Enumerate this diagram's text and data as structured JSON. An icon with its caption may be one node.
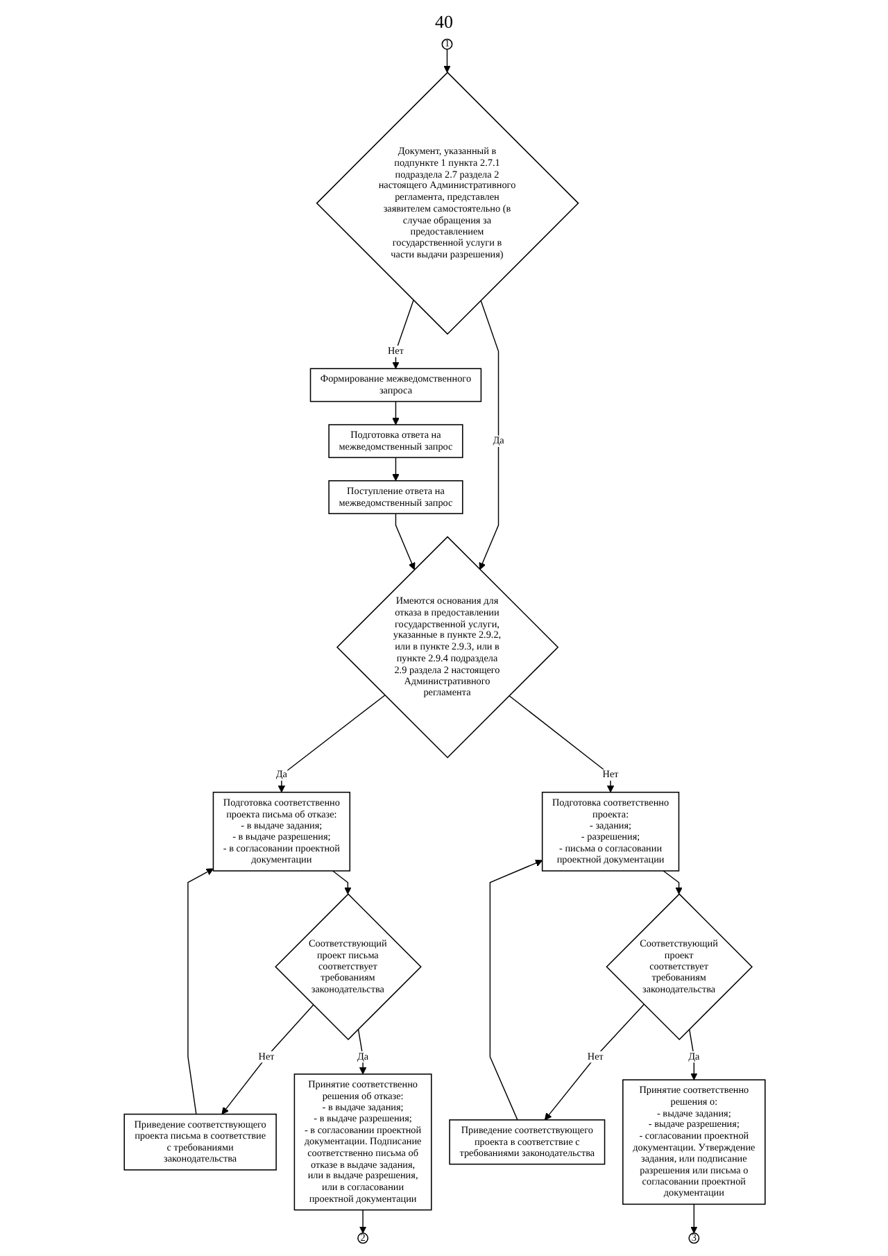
{
  "diagram": {
    "nodes": [
      {
        "text": [
          "1"
        ]
      },
      {
        "text": [
          "Документ, указанный в подпункте 1 пункта 2.7.1 подраздела 2.7 раздела 2 настоящего Административного регламента, представлен заявителем самостоятельно (в случае обращения за предоставлением государственной услуги в части выдачи разрешения)"
        ]
      },
      {
        "text": [
          "Формирование межведомственного запроса"
        ]
      },
      {
        "text": [
          "Подготовка ответа на межведомственный запрос"
        ]
      },
      {
        "text": [
          "Поступление ответа на межведомственный запрос"
        ]
      },
      {
        "text": [
          "Имеются основания для отказа в предоставлении государственной услуги, указанные в пункте 2.9.2, или в пункте 2.9.3, или в пункте 2.9.4 подраздела 2.9 раздела 2 настоящего Административного регламента"
        ]
      },
      {
        "text": [
          "Подготовка соответственно проекта письма об отказе: - в выдаче задания; - в выдаче разрешения; - в согласовании проектной документации"
        ]
      },
      {
        "text": [
          "Подготовка соответственно проекта: - задания; - разрешения; - письма о согласовании проектной документации"
        ]
      },
      {
        "text": [
          "Приведение соответствующего проекта письма в соответствие с требованиями законодательства"
        ]
      },
      {
        "text": [
          "Соответствующий проект соответствует требованиям законодательства"
        ]
      },
      {
        "text": [
          "Соответствующий проект письма соответствует требованиям законодательства"
        ]
      },
      {
        "text": [
          "Принятие соответственно решения об отказе: - в выдаче задания; - в выдаче разрешения; - в согласовании проектной документации. Подписание соответственно письма об отказе в выдаче задания, или в выдаче разрешения, или в согласовании проектной документации"
        ]
      },
      {
        "text": [
          "Приведение соответствующего проекта в соответствие с требованиями законодательства"
        ]
      },
      {
        "text": [
          "Принятие соответственно решения о: - выдаче задания; - выдаче разрешения; - согласовании проектной документации. Утверждение задания, или подписание разрешения или письма о согласовании проектной документации"
        ]
      },
      {
        "text": [
          "2"
        ]
      },
      {
        "text": [
          "3"
        ]
      }
    ],
    "edges": [
      {
        "from": 0,
        "to": 1,
        "arrow": "to"
      },
      {
        "from": 1,
        "to": 2,
        "arrow": "to",
        "label": "Нет"
      },
      {
        "from": 2,
        "to": 3,
        "arrow": "to"
      },
      {
        "from": 3,
        "to": 4,
        "arrow": "to"
      },
      {
        "from": 1,
        "to": 5,
        "arrow": "to",
        "label": "Да"
      },
      {
        "from": 4,
        "to": 5,
        "arrow": "to"
      },
      {
        "from": 5,
        "to": 6,
        "arrow": "to",
        "label": "Да"
      },
      {
        "from": 5,
        "to": 7,
        "arrow": "to",
        "label": "Нет"
      },
      {
        "from": 6,
        "to": 10,
        "arrow": "to"
      },
      {
        "from": 10,
        "to": 8,
        "arrow": "to",
        "label": "Нет"
      },
      {
        "from": 8,
        "to": 6,
        "arrow": "to"
      },
      {
        "from": 10,
        "to": 11,
        "arrow": "to",
        "label": "Да"
      },
      {
        "from": 7,
        "to": 9,
        "arrow": "to"
      },
      {
        "from": 9,
        "to": 12,
        "arrow": "to",
        "label": "Нет"
      },
      {
        "from": 12,
        "to": 7,
        "arrow": "to"
      },
      {
        "from": 9,
        "to": 13,
        "arrow": "to",
        "label": "Да"
      },
      {
        "from": 11,
        "to": 14,
        "arrow": "to"
      },
      {
        "from": 13,
        "to": 15,
        "arrow": "to"
      }
    ],
    "labels": [
      "40"
    ]
  }
}
